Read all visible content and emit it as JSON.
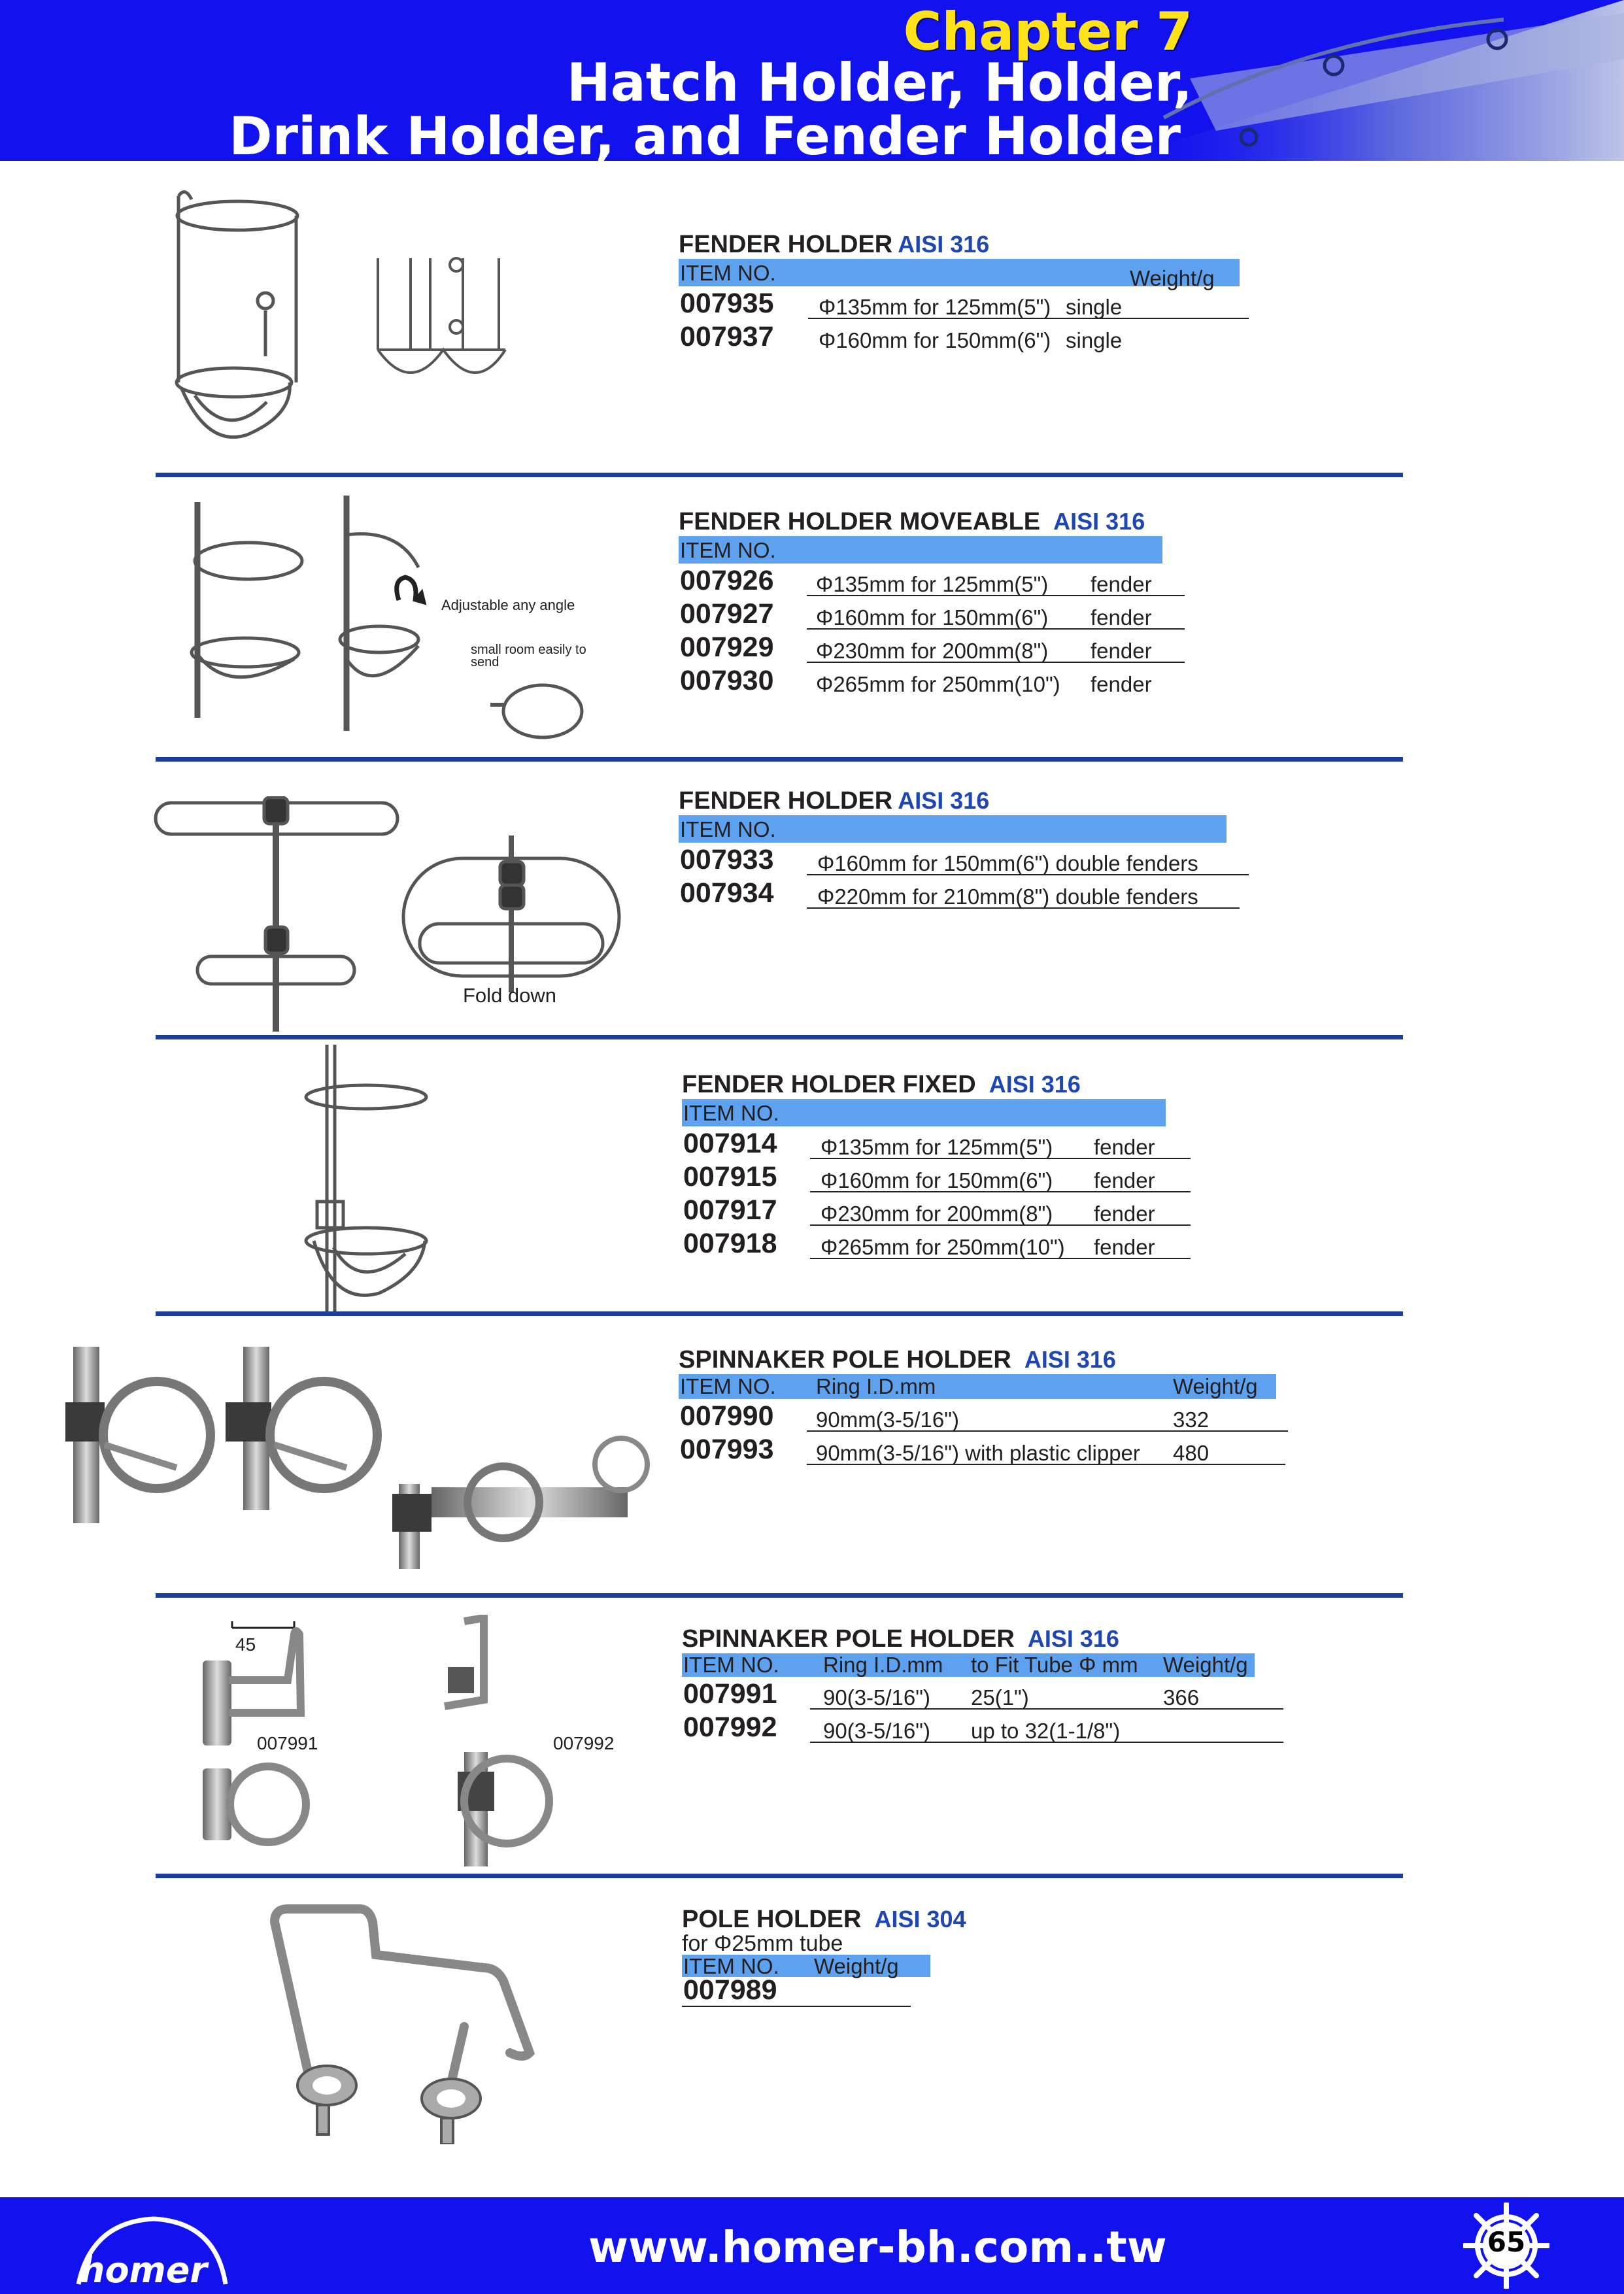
{
  "header": {
    "chapter": "Chapter 7",
    "title_line1": "Hatch Holder, Holder,",
    "title_line2": "Drink Holder, and Fender Holder"
  },
  "colors": {
    "header_blue": "#1212ee",
    "chapter_yellow": "#ffe21a",
    "table_header": "#5ea2ef",
    "separator": "#1a3e9c",
    "aisi_blue": "#1f47b4"
  },
  "products": [
    {
      "title": "FENDER HOLDER",
      "material": "AISI 316",
      "header": [
        "ITEM NO.",
        "Weight/g"
      ],
      "rows": [
        {
          "code": "007935",
          "desc": "Φ135mm for 125mm(5\")",
          "type": "single"
        },
        {
          "code": "007937",
          "desc": "Φ160mm for 150mm(6\")",
          "type": "single"
        }
      ]
    },
    {
      "title": "FENDER HOLDER MOVEABLE",
      "material": "AISI 316",
      "header": [
        "ITEM NO."
      ],
      "labels": [
        "Adjustable any angle",
        "small room easily to send"
      ],
      "rows": [
        {
          "code": "007926",
          "desc": "Φ135mm for 125mm(5\")",
          "type": "fender"
        },
        {
          "code": "007927",
          "desc": "Φ160mm for 150mm(6\")",
          "type": "fender"
        },
        {
          "code": "007929",
          "desc": "Φ230mm for 200mm(8\")",
          "type": "fender"
        },
        {
          "code": "007930",
          "desc": "Φ265mm for 250mm(10\")",
          "type": "fender"
        }
      ]
    },
    {
      "title": "FENDER HOLDER",
      "material": "AISI 316",
      "header": [
        "ITEM NO."
      ],
      "labels": [
        "Fold down"
      ],
      "rows": [
        {
          "code": "007933",
          "desc": "Φ160mm for 150mm(6\") double fenders"
        },
        {
          "code": "007934",
          "desc": "Φ220mm for 210mm(8\") double fenders"
        }
      ]
    },
    {
      "title": "FENDER HOLDER FIXED",
      "material": "AISI 316",
      "header": [
        "ITEM NO."
      ],
      "rows": [
        {
          "code": "007914",
          "desc": "Φ135mm for 125mm(5\")",
          "type": "fender"
        },
        {
          "code": "007915",
          "desc": "Φ160mm for 150mm(6\")",
          "type": "fender"
        },
        {
          "code": "007917",
          "desc": "Φ230mm for 200mm(8\")",
          "type": "fender"
        },
        {
          "code": "007918",
          "desc": "Φ265mm for 250mm(10\")",
          "type": "fender"
        }
      ]
    },
    {
      "title": "SPINNAKER POLE HOLDER",
      "material": "AISI 316",
      "header": [
        "ITEM NO.",
        "Ring I.D.mm",
        "Weight/g"
      ],
      "rows": [
        {
          "code": "007990",
          "ring": "90mm(3-5/16\")",
          "weight": "332"
        },
        {
          "code": "007993",
          "ring": "90mm(3-5/16\") with plastic clipper",
          "weight": "480"
        }
      ]
    },
    {
      "title": "SPINNAKER POLE HOLDER",
      "material": "AISI 316",
      "header": [
        "ITEM NO.",
        "Ring I.D.mm",
        "to Fit Tube Φ mm",
        "Weight/g"
      ],
      "labels": [
        "45",
        "007991",
        "007992"
      ],
      "rows": [
        {
          "code": "007991",
          "ring": "90(3-5/16\")",
          "tube": "25(1\")",
          "weight": "366"
        },
        {
          "code": "007992",
          "ring": "90(3-5/16\")",
          "tube": "up to 32(1-1/8\")",
          "weight": ""
        }
      ]
    },
    {
      "title": "POLE HOLDER",
      "material": "AISI 304",
      "subtitle": "for Φ25mm tube",
      "header": [
        "ITEM NO.",
        "Weight/g"
      ],
      "rows": [
        {
          "code": "007989"
        }
      ]
    }
  ],
  "footer": {
    "logo": "homer",
    "url": "www.homer-bh.com..tw",
    "page": "65"
  }
}
